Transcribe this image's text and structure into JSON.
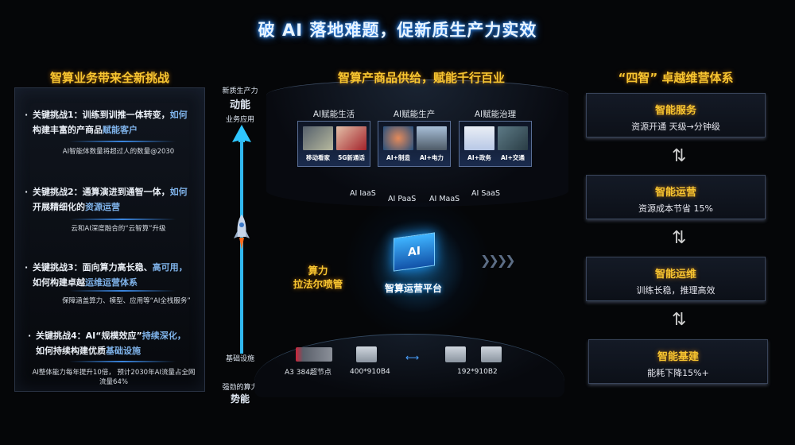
{
  "title": "破 AI 落地难题，促新质生产力实效",
  "left": {
    "heading": "智算业务带来全新挑战",
    "challenges": [
      {
        "prefix": "关键挑战1：训练到训推一体转变，",
        "hl1": "如何",
        "line2a": "构建丰富的产商品",
        "hl2": "赋能客户",
        "note": "AI智能体数量将超过人的数量@2030"
      },
      {
        "prefix": "关键挑战2：通算演进到通智一体，",
        "hl1": "如何",
        "line2a": "开展精细化的",
        "hl2": "资源运营",
        "note": "云和AI深度融合的“云智算”升级"
      },
      {
        "prefix": "关键挑战3：面向算力高长稳、",
        "hl1": "高可用，",
        "line2a": "如何构建卓越",
        "hl2": "运维运营体系",
        "note": "保障涵盖算力、模型、应用等“AI全栈服务”"
      },
      {
        "prefix": "关键挑战4：AI“规模效应”",
        "hl1": "持续深化，",
        "line2a": "如何持续构建优质",
        "hl2": "基础设施",
        "note": "AI整体能力每年提升10倍， 预计2030年AI流量占全网流量64%"
      }
    ]
  },
  "axis": {
    "top1": "新质生产力",
    "top2": "动能",
    "top3": "业务应用",
    "bottom1": "基础设施",
    "bottom2": "强劲的算力",
    "bottom3": "势能",
    "nozzle1": "算力",
    "nozzle2": "拉法尔喷管"
  },
  "center": {
    "heading": "智算产商品供给，赋能千行百业",
    "groups": [
      {
        "label": "AI赋能生活",
        "items": [
          "移动看家",
          "5G新通话"
        ]
      },
      {
        "label": "AI赋能生产",
        "items": [
          "AI+制造",
          "AI+电力"
        ]
      },
      {
        "label": "AI赋能治理",
        "items": [
          "AI+政务",
          "AI+交通"
        ]
      }
    ],
    "layers": [
      "AI IaaS",
      "AI PaaS",
      "AI MaaS",
      "AI SaaS"
    ],
    "platform": "智算运营平台",
    "platform_icon": "AI",
    "infra": [
      "A3 384超节点",
      "400*910B4",
      "192*910B2"
    ]
  },
  "right": {
    "heading": "“四智” 卓越维营体系",
    "boxes": [
      {
        "title": "智能服务",
        "desc": "资源开通 天级→分钟级"
      },
      {
        "title": "智能运营",
        "desc": "资源成本节省 15%"
      },
      {
        "title": "智能运维",
        "desc": "训练长稳，推理高效"
      },
      {
        "title": "智能基建",
        "desc": "能耗下降15%+"
      }
    ]
  }
}
